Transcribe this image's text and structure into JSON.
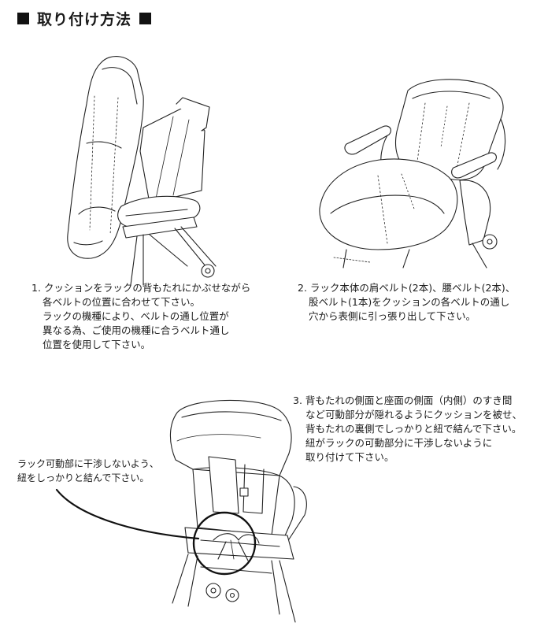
{
  "heading": "取り付け方法",
  "steps": [
    {
      "lines": [
        "1. クッションをラックの背もたれにかぶせながら",
        "各ベルトの位置に合わせて下さい。",
        "ラックの機種により、ベルトの通し位置が",
        "異なる為、ご使用の機種に合うベルト通し",
        "位置を使用して下さい。"
      ]
    },
    {
      "lines": [
        "2. ラック本体の肩ベルト(2本)、腰ベルト(2本)、",
        "股ベルト(1本)をクッションの各ベルトの通し",
        "穴から表側に引っ張り出して下さい。"
      ]
    },
    {
      "lines": [
        "3. 背もたれの側面と座面の側面（内側）のすき間",
        "など可動部分が隠れるようにクッションを被せ、",
        "背もたれの裏側でしっかりと紐で結んで下さい。",
        "紐がラックの可動部分に干渉しないように",
        "取り付けて下さい。"
      ]
    }
  ],
  "callout": {
    "lines": [
      "ラック可動部に干渉しないよう、",
      "紐をしっかりと結んで下さい。"
    ]
  }
}
